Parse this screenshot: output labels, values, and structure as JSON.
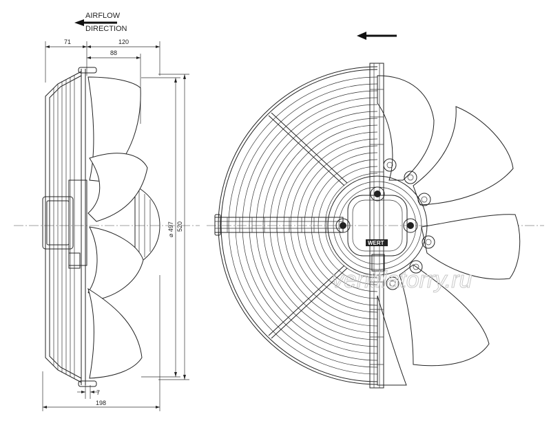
{
  "airflow": {
    "line1": "AIRFLOW",
    "line2": "DIRECTION"
  },
  "dimensions": {
    "d71": "71",
    "d120": "120",
    "d88": "88",
    "d497": "⌀ 497",
    "d520": "520",
    "d7": "7",
    "d198": "198"
  },
  "brand_label": "WERT",
  "watermark": "ventilatorry.ru"
}
